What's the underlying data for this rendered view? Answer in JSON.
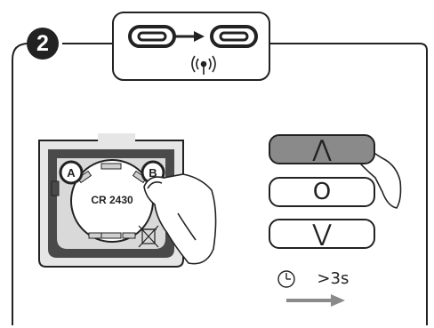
{
  "step": {
    "number": "2"
  },
  "pairing_icon": {
    "icons": [
      "link-icon",
      "arrow-right-icon",
      "link-icon",
      "radio-signal-icon"
    ]
  },
  "remote": {
    "battery_label": "CR 2430",
    "button_a_label": "A",
    "button_b_label": "B",
    "icons": [
      "recycle-bin-crossed-icon"
    ]
  },
  "controls": {
    "up_symbol": "⋀",
    "stop_symbol": "O",
    "down_symbol": "⋁",
    "pressed": "up"
  },
  "timer": {
    "text": "⌚>3s",
    "icon": "clock-icon"
  },
  "colors": {
    "ink": "#222222",
    "pressed_fill": "#8a8a8a",
    "remote_body": "#e6e6e6",
    "remote_dark": "#4a4a4a"
  }
}
